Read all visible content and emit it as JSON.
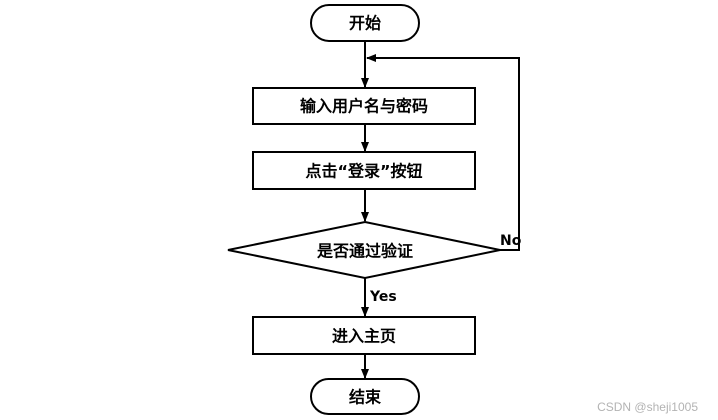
{
  "flowchart": {
    "start": "开始",
    "input": "输入用户名与密码",
    "click_login": "点击“登录”按钮",
    "decision": "是否通过验证",
    "enter_home": "进入主页",
    "end": "结束",
    "yes_label": "Yes",
    "no_label": "No"
  },
  "watermark": "CSDN @sheji1005"
}
